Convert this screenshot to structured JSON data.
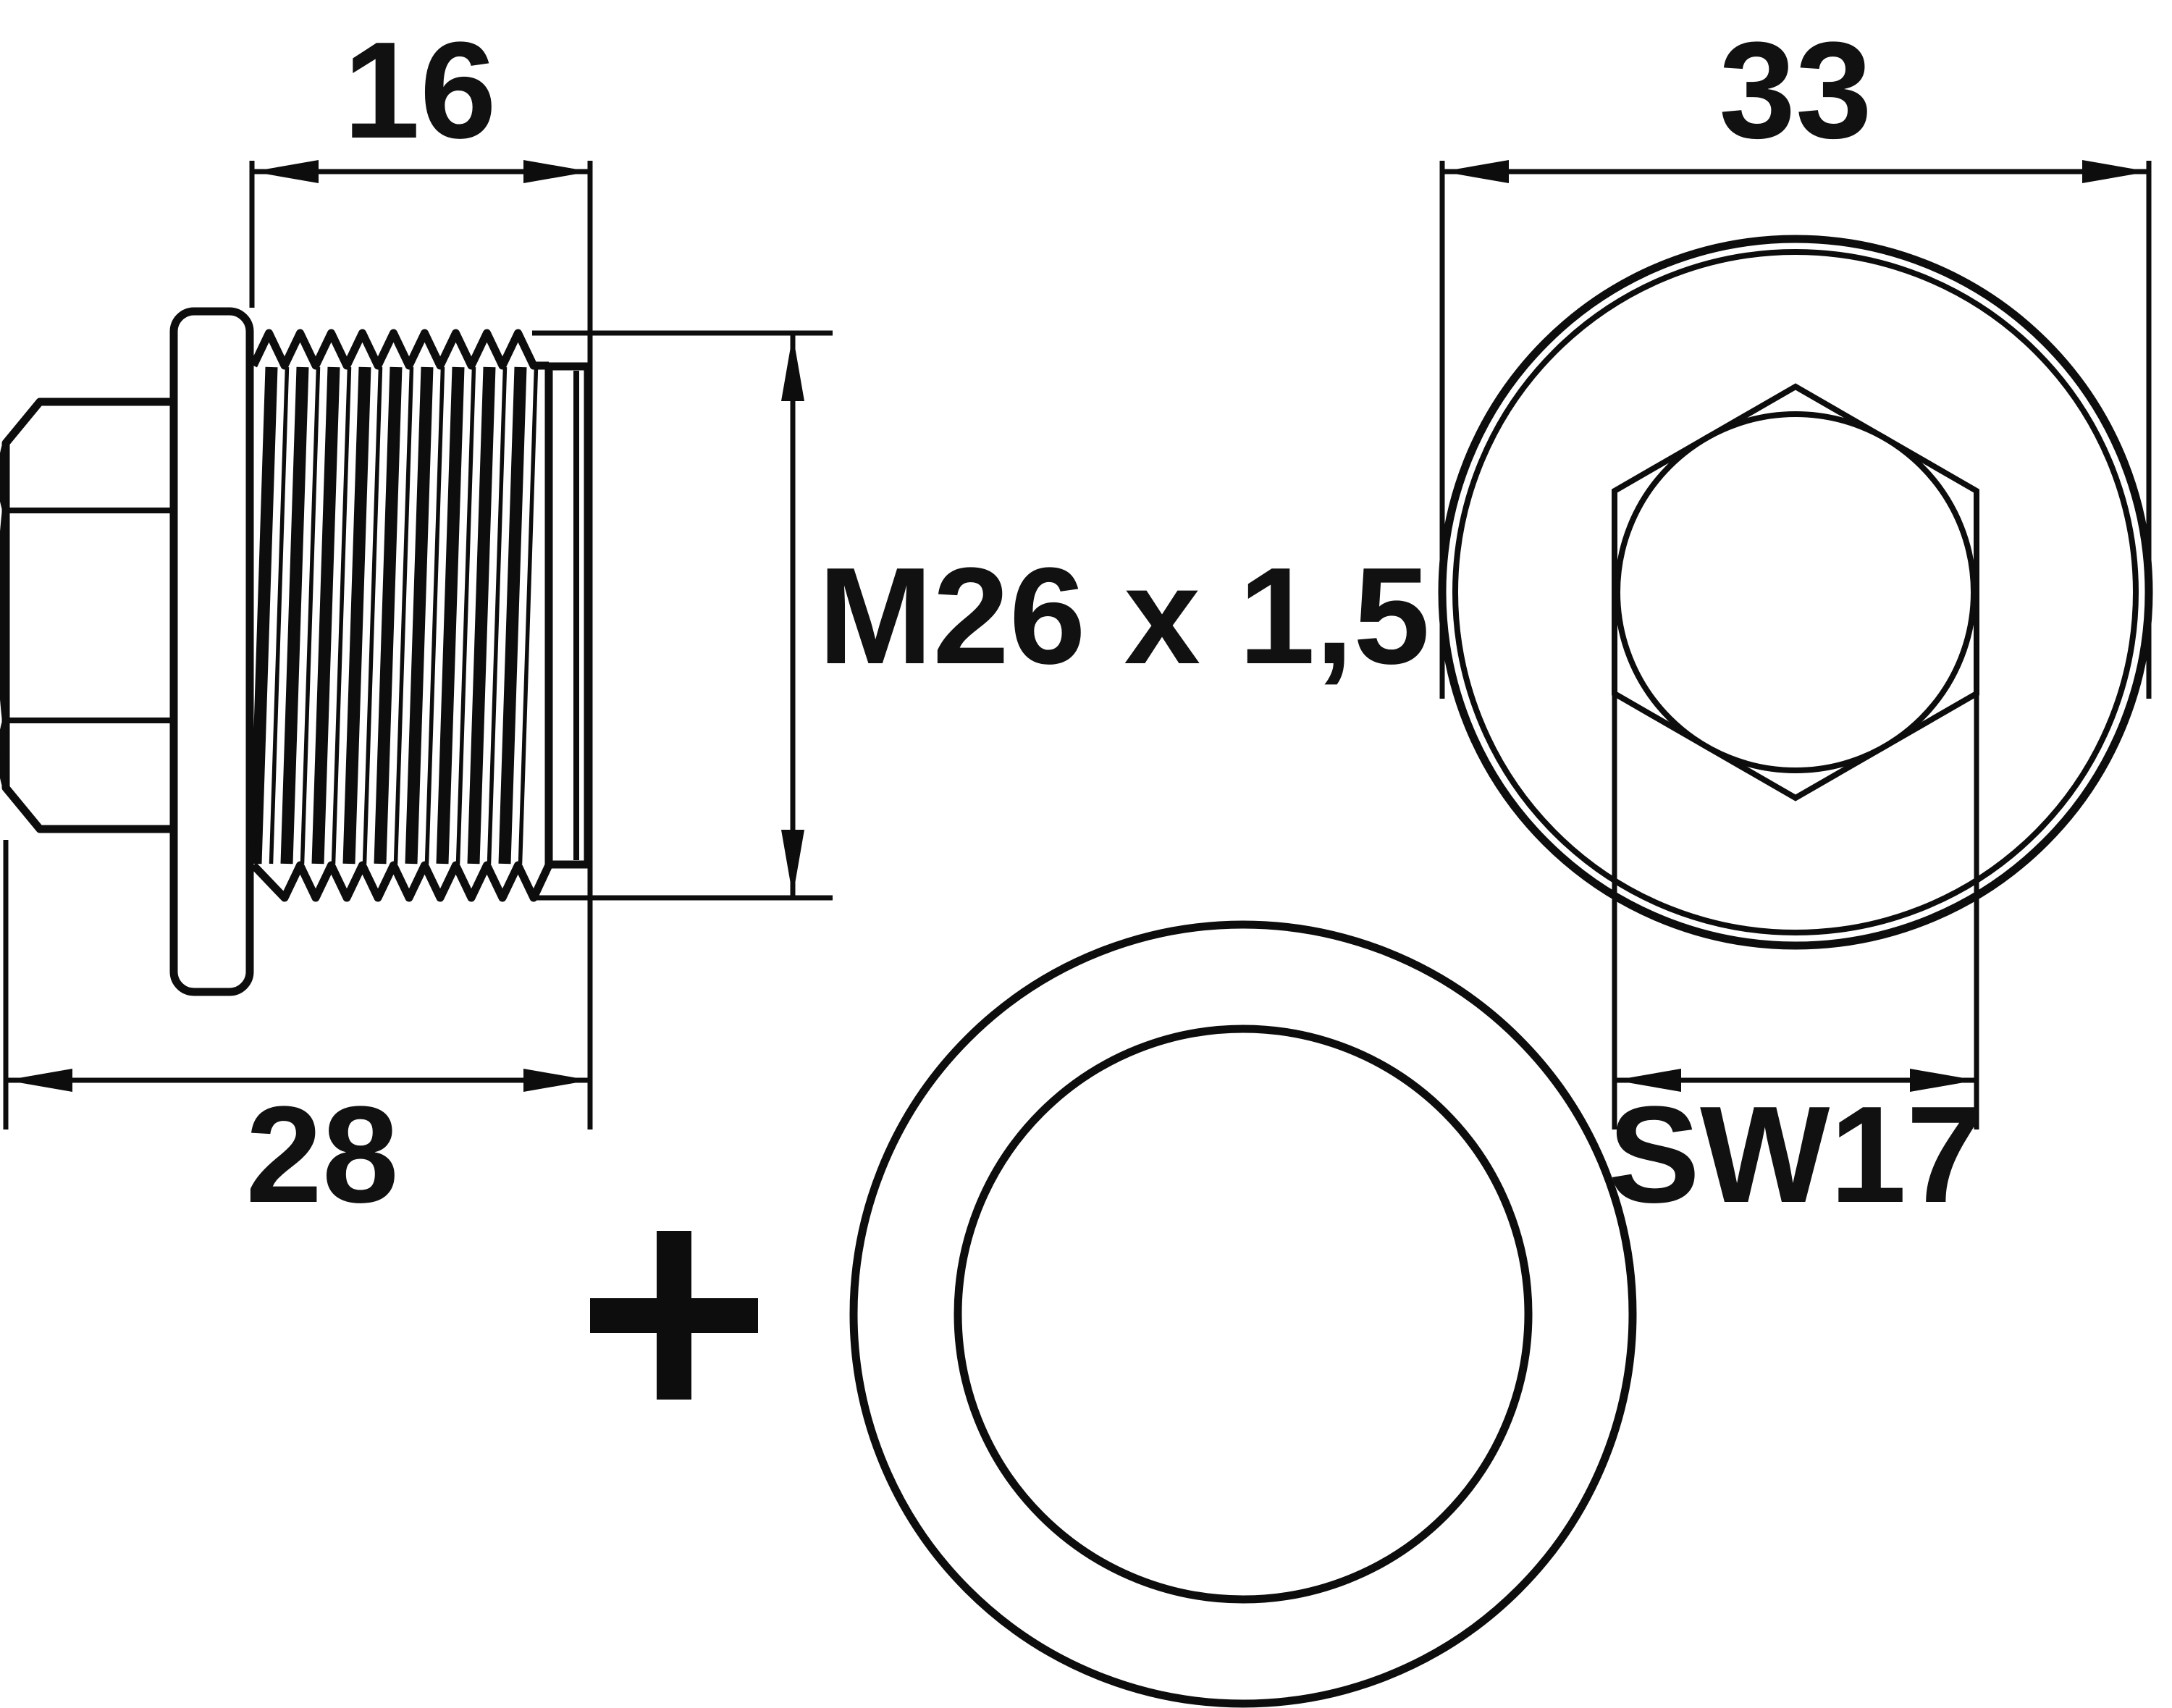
{
  "drawing": {
    "type": "technical-dimension-drawing",
    "subject": "oil drain screw plug with sealing ring",
    "background_color": "#ffffff",
    "ink_color": "#0d0d0d",
    "views": {
      "side_view": {
        "parts": [
          "hex-head",
          "flange",
          "threaded-body",
          "thread-tip"
        ]
      },
      "front_view": {
        "parts": [
          "outer-rim-double-circle",
          "hex-socket",
          "socket-chamfer-circle"
        ]
      },
      "sealing_ring": {
        "parts": [
          "outer-circle",
          "inner-circle"
        ]
      }
    },
    "dimensions": {
      "thread_length": "16",
      "head_diameter": "33",
      "thread_spec": "M26 x 1,5",
      "total_length": "28",
      "wrench_size": "SW17"
    },
    "symbols": {
      "plus": "+"
    }
  }
}
